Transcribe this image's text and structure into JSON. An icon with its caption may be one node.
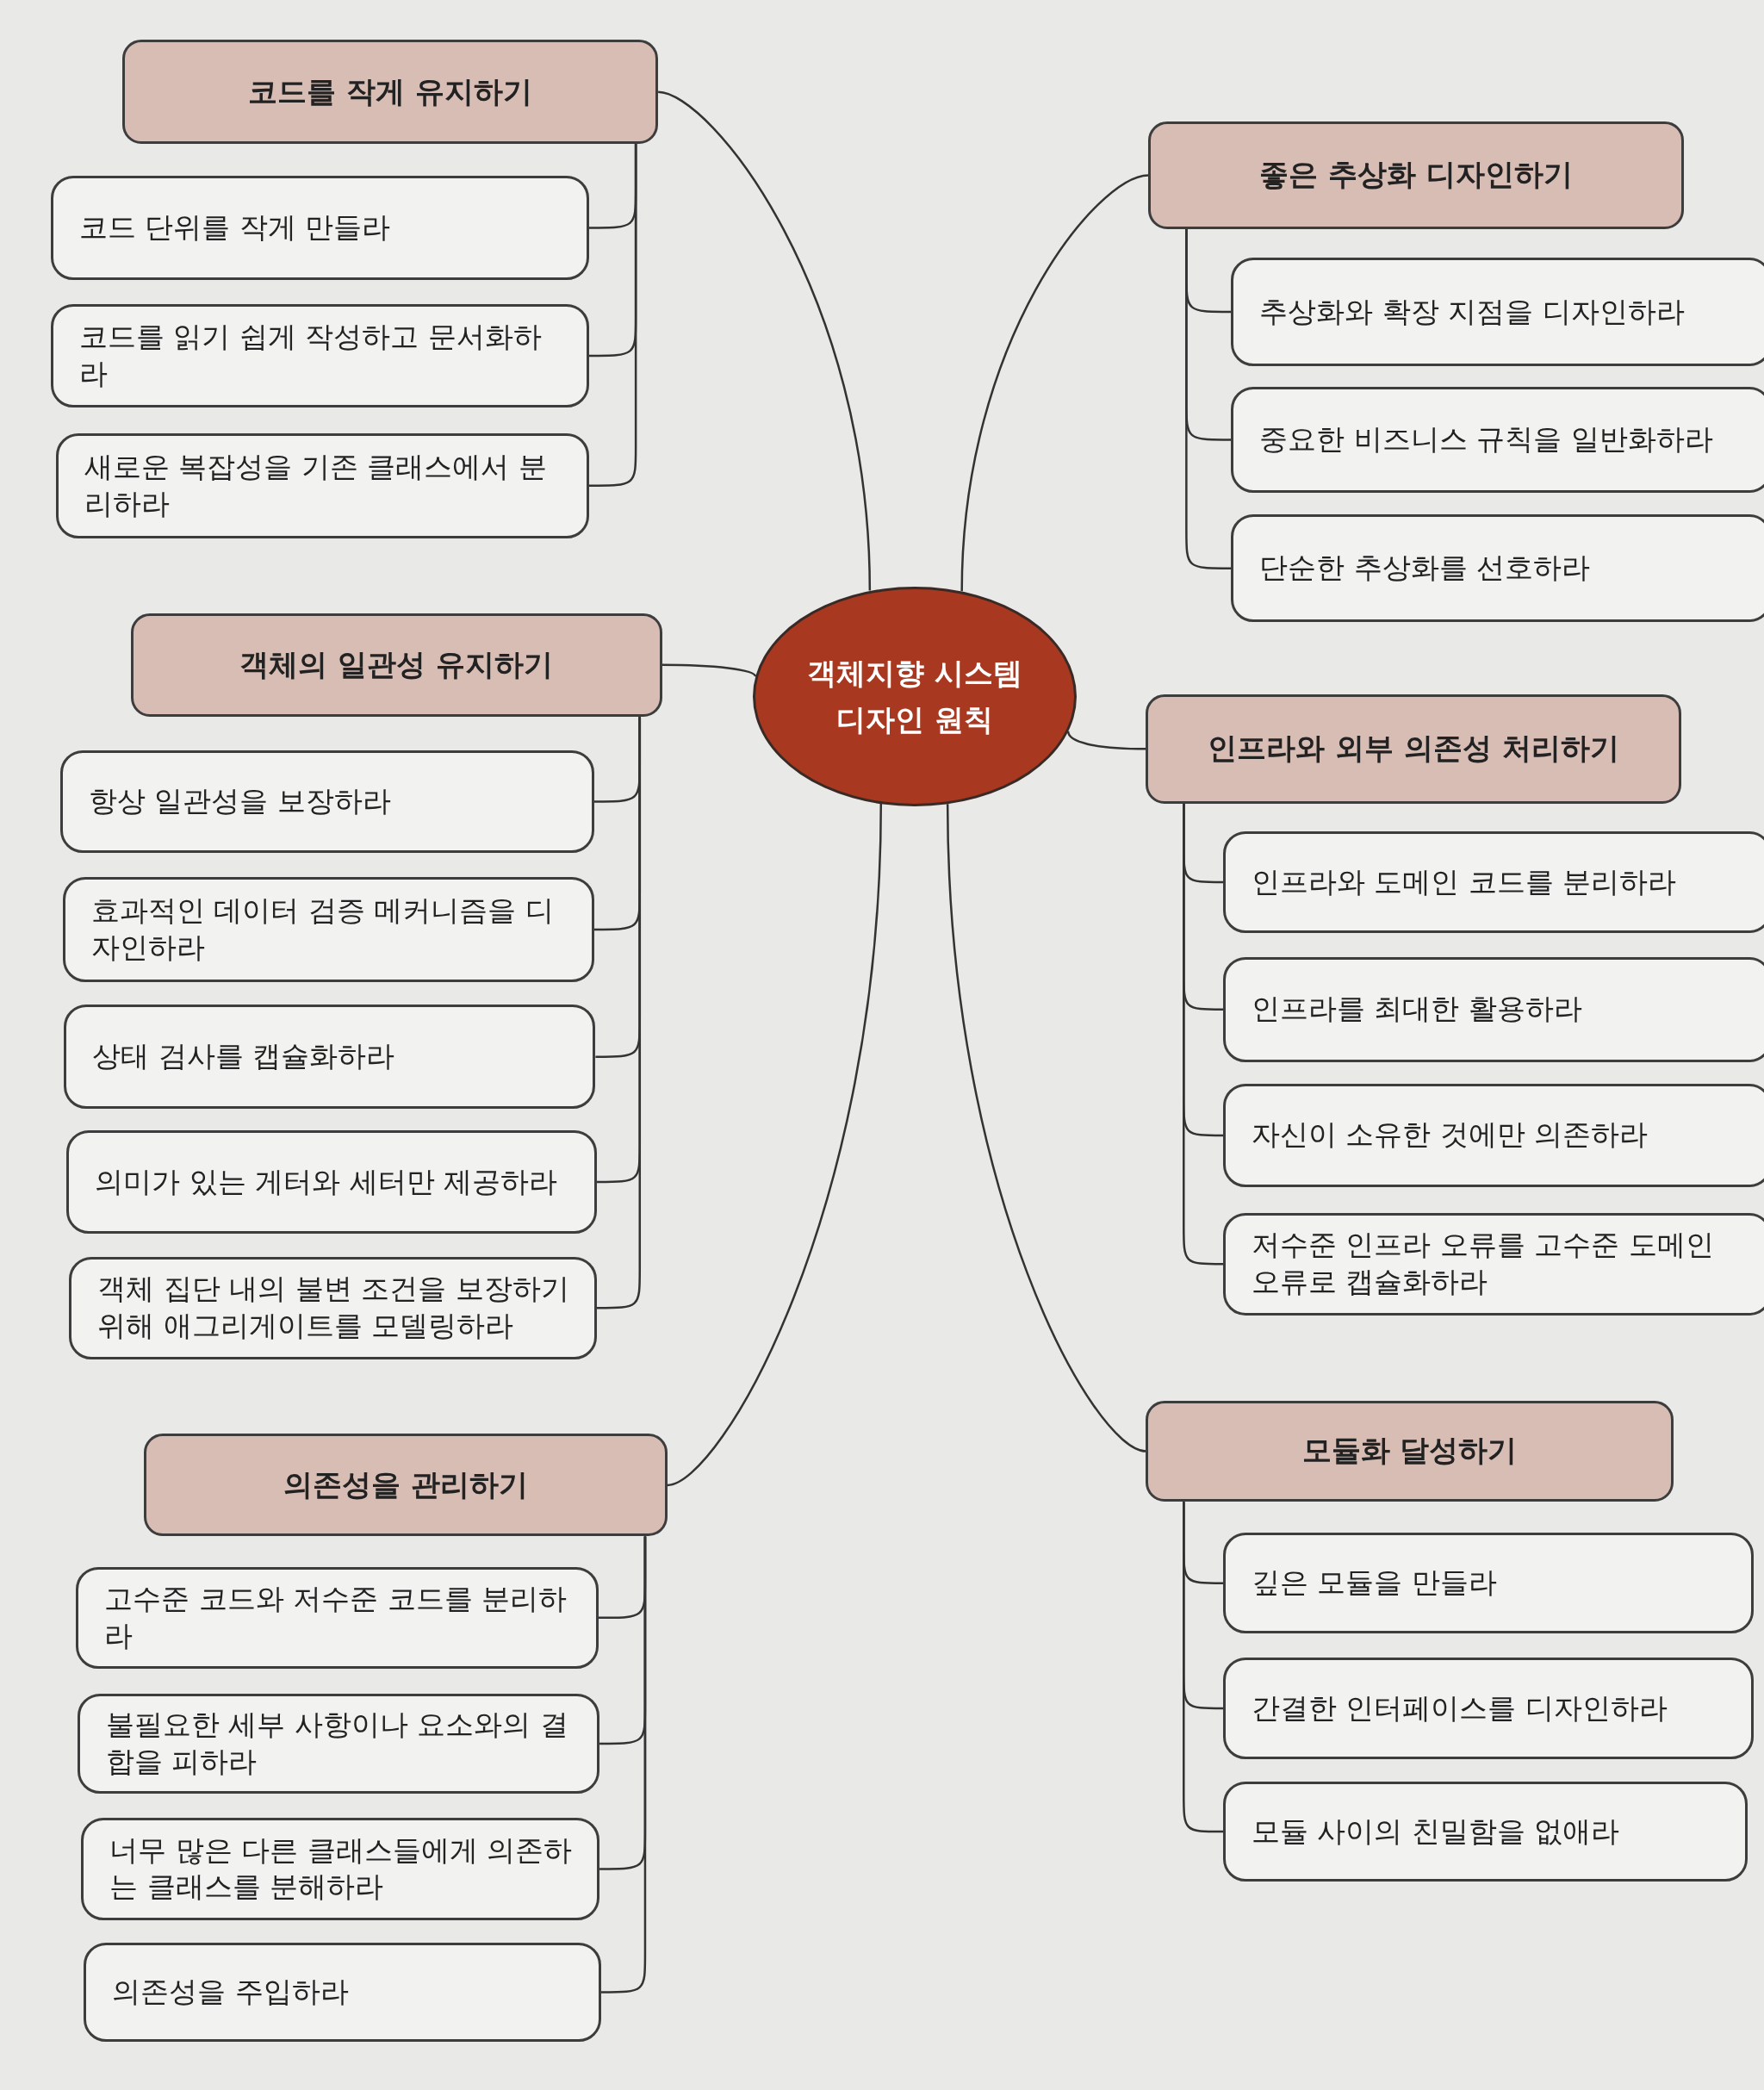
{
  "diagram": {
    "nodes": [
      {
        "text": [
          "객체지향 시스템 디자인 원칙"
        ]
      },
      {
        "text": [
          "코드를 작게 유지하기"
        ]
      },
      {
        "text": [
          "코드 단위를 작게 만들라"
        ]
      },
      {
        "text": [
          "코드를 읽기 쉽게 작성하고 문서화하라"
        ]
      },
      {
        "text": [
          "새로운 복잡성을 기존 클래스에서 분리하라"
        ]
      },
      {
        "text": [
          "객체의 일관성 유지하기"
        ]
      },
      {
        "text": [
          "항상 일관성을 보장하라"
        ]
      },
      {
        "text": [
          "효과적인 데이터 검증 메커니즘을 디자인하라"
        ]
      },
      {
        "text": [
          "상태 검사를 캡슐화하라"
        ]
      },
      {
        "text": [
          "의미가 있는 게터와 세터만 제공하라"
        ]
      },
      {
        "text": [
          "객체 집단 내의 불변 조건을 보장하기 위해 애그리게이트를 모델링하라"
        ]
      },
      {
        "text": [
          "의존성을 관리하기"
        ]
      },
      {
        "text": [
          "고수준 코드와 저수준 코드를 분리하라"
        ]
      },
      {
        "text": [
          "불필요한 세부 사항이나 요소와의 결합을 피하라"
        ]
      },
      {
        "text": [
          "너무 많은 다른 클래스들에게 의존하는 클래스를 분해하라"
        ]
      },
      {
        "text": [
          "의존성을 주입하라"
        ]
      },
      {
        "text": [
          "좋은 추상화 디자인하기"
        ]
      },
      {
        "text": [
          "추상화와 확장 지점을 디자인하라"
        ]
      },
      {
        "text": [
          "중요한 비즈니스 규칙을 일반화하라"
        ]
      },
      {
        "text": [
          "단순한 추상화를 선호하라"
        ]
      },
      {
        "text": [
          "인프라와 외부 의존성 처리하기"
        ]
      },
      {
        "text": [
          "인프라와 도메인 코드를 분리하라"
        ]
      },
      {
        "text": [
          "인프라를 최대한 활용하라"
        ]
      },
      {
        "text": [
          "자신이 소유한 것에만 의존하라"
        ]
      },
      {
        "text": [
          "저수준 인프라 오류를 고수준 도메인 오류로 캡슐화하라"
        ]
      },
      {
        "text": [
          "모듈화 달성하기"
        ]
      },
      {
        "text": [
          "깊은 모듈을 만들라"
        ]
      },
      {
        "text": [
          "간결한 인터페이스를 디자인하라"
        ]
      },
      {
        "text": [
          "모듈 사이의 친밀함을 없애라"
        ]
      }
    ],
    "edges": [
      {
        "from": 0,
        "to": 1,
        "arrow": "none"
      },
      {
        "from": 0,
        "to": 5,
        "arrow": "none"
      },
      {
        "from": 0,
        "to": 11,
        "arrow": "none"
      },
      {
        "from": 0,
        "to": 16,
        "arrow": "none"
      },
      {
        "from": 0,
        "to": 20,
        "arrow": "none"
      },
      {
        "from": 0,
        "to": 25,
        "arrow": "none"
      },
      {
        "from": 1,
        "to": 2,
        "arrow": "none"
      },
      {
        "from": 1,
        "to": 3,
        "arrow": "none"
      },
      {
        "from": 1,
        "to": 4,
        "arrow": "none"
      },
      {
        "from": 5,
        "to": 6,
        "arrow": "none"
      },
      {
        "from": 5,
        "to": 7,
        "arrow": "none"
      },
      {
        "from": 5,
        "to": 8,
        "arrow": "none"
      },
      {
        "from": 5,
        "to": 9,
        "arrow": "none"
      },
      {
        "from": 5,
        "to": 10,
        "arrow": "none"
      },
      {
        "from": 11,
        "to": 12,
        "arrow": "none"
      },
      {
        "from": 11,
        "to": 13,
        "arrow": "none"
      },
      {
        "from": 11,
        "to": 14,
        "arrow": "none"
      },
      {
        "from": 11,
        "to": 15,
        "arrow": "none"
      },
      {
        "from": 16,
        "to": 17,
        "arrow": "none"
      },
      {
        "from": 16,
        "to": 18,
        "arrow": "none"
      },
      {
        "from": 16,
        "to": 19,
        "arrow": "none"
      },
      {
        "from": 20,
        "to": 21,
        "arrow": "none"
      },
      {
        "from": 20,
        "to": 22,
        "arrow": "none"
      },
      {
        "from": 20,
        "to": 23,
        "arrow": "none"
      },
      {
        "from": 20,
        "to": 24,
        "arrow": "none"
      },
      {
        "from": 25,
        "to": 26,
        "arrow": "none"
      },
      {
        "from": 25,
        "to": 27,
        "arrow": "none"
      },
      {
        "from": 25,
        "to": 28,
        "arrow": "none"
      }
    ]
  }
}
